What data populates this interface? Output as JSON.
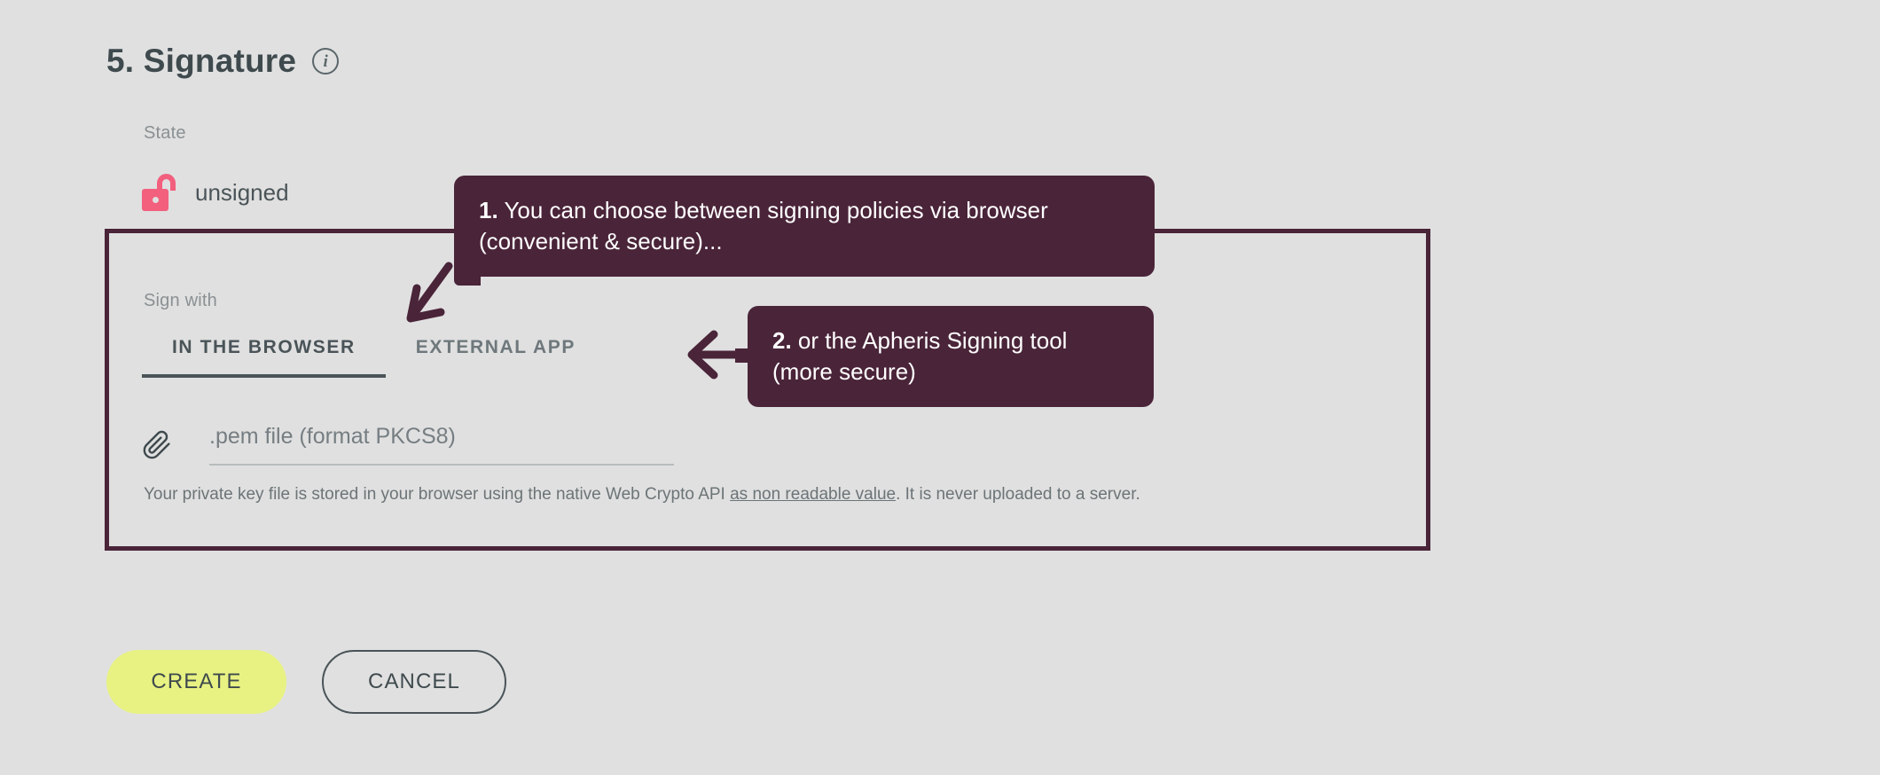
{
  "section": {
    "title": "5. Signature",
    "info_icon": "info-icon"
  },
  "state": {
    "label": "State",
    "value": "unsigned",
    "icon": "unlock-icon",
    "icon_color": "#F2607E"
  },
  "sign_with": {
    "label": "Sign with",
    "tabs": [
      {
        "label": "IN THE BROWSER",
        "active": true
      },
      {
        "label": "EXTERNAL APP",
        "active": false
      }
    ],
    "file_input": {
      "icon": "paperclip-icon",
      "placeholder": ".pem file (format PKCS8)",
      "value": ""
    },
    "helper": {
      "before": "Your private key file is stored in your browser using the native Web Crypto API ",
      "underlined": "as non readable value",
      "after": ". It is never uploaded to a server."
    }
  },
  "tooltips": [
    {
      "number": "1.",
      "text": "You can choose between signing policies via browser (convenient & secure)...",
      "color": "#4A2439"
    },
    {
      "number": "2.",
      "text": "or the Apheris Signing tool (more secure)",
      "color": "#4A2439"
    }
  ],
  "actions": {
    "create_label": "CREATE",
    "cancel_label": "CANCEL",
    "create_color": "#E8F283"
  },
  "theme": {
    "background": "#E0E0E0",
    "accent": "#4A2439",
    "text": "#3F4A4E"
  }
}
